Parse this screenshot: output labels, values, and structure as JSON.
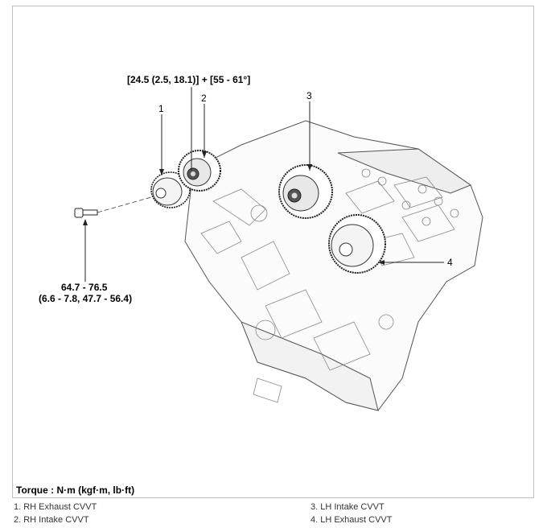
{
  "callouts": {
    "top_torque": "[24.5 (2.5, 18.1)] + [55 - 61°]",
    "bolt_torque_line1": "64.7 - 76.5",
    "bolt_torque_line2": "(6.6 - 7.8, 47.7 - 56.4)"
  },
  "numbers": [
    "1",
    "2",
    "3",
    "4"
  ],
  "torque_label": "Torque : N·m (kgf·m, lb·ft)",
  "legend": {
    "item1": "1. RH Exhaust CVVT",
    "item2": "2. RH Intake CVVT",
    "item3": "3. LH Intake CVVT",
    "item4": "4. LH Exhaust CVVT"
  }
}
